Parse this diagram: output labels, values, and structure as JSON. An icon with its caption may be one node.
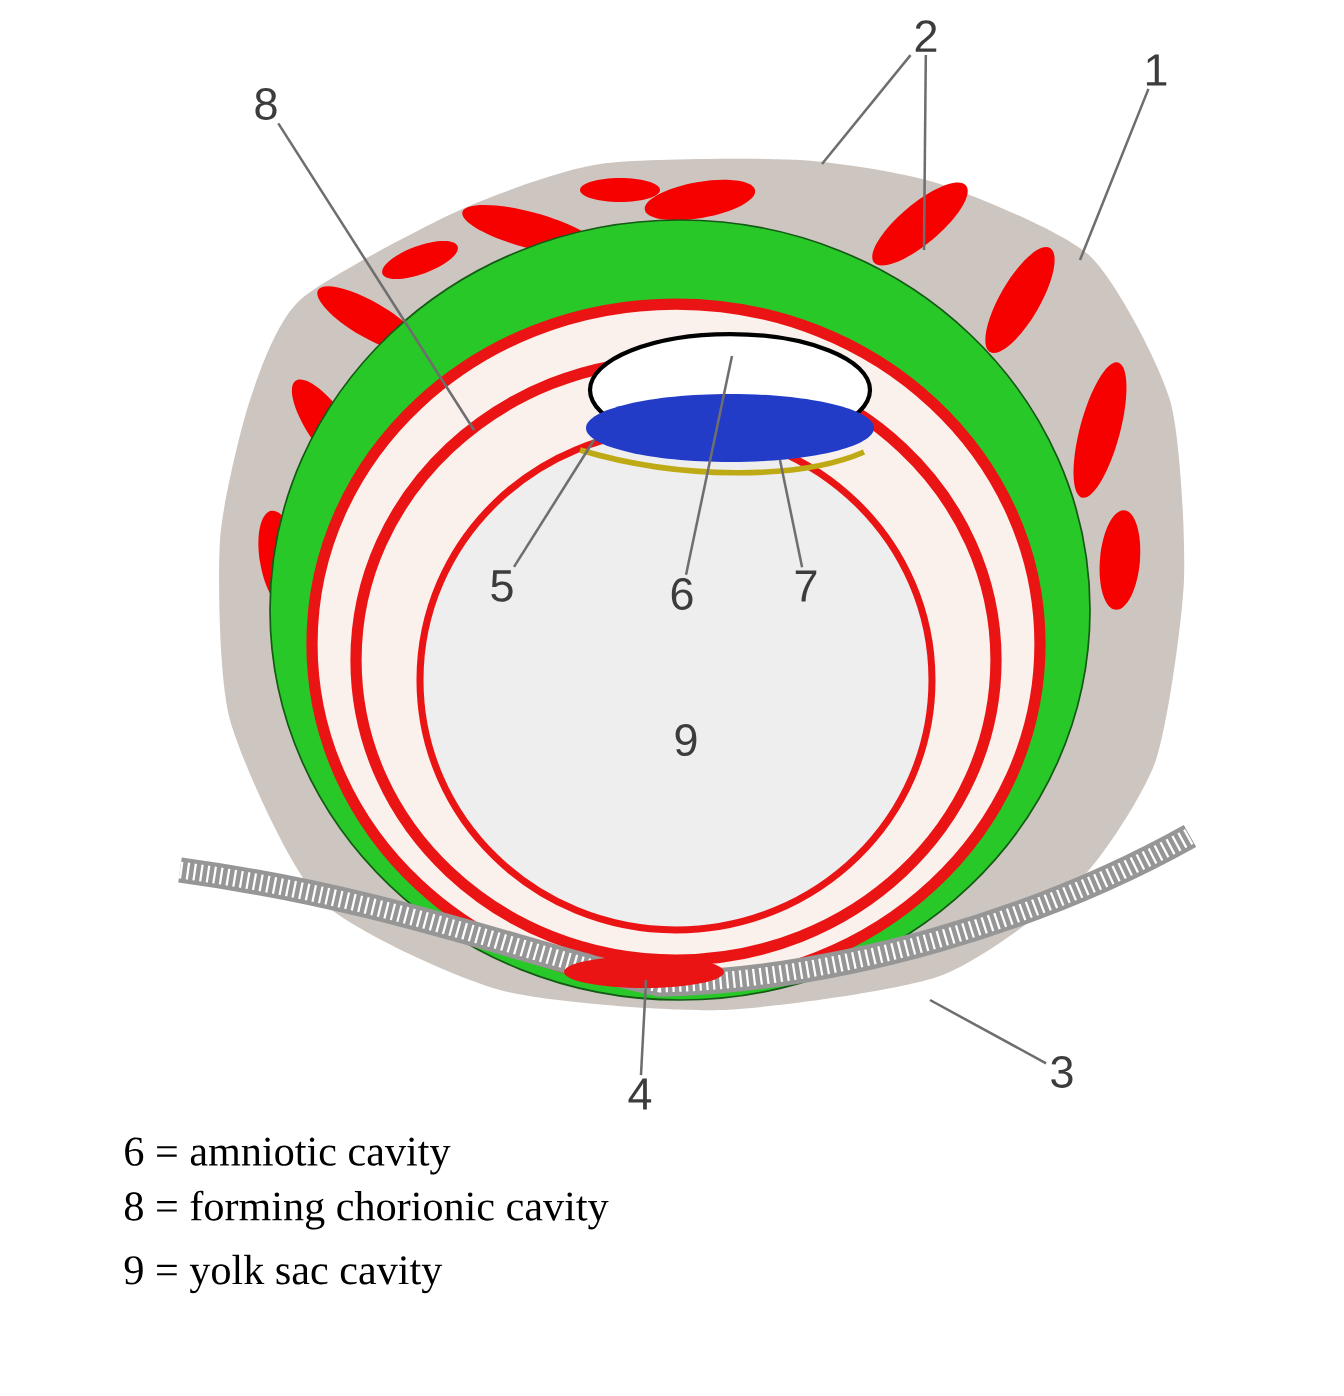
{
  "diagram": {
    "nodes": [
      {
        "text": [
          "2"
        ]
      },
      {
        "text": [
          "1"
        ]
      },
      {
        "text": [
          "8"
        ]
      },
      {
        "text": [
          "5"
        ]
      },
      {
        "text": [
          "6"
        ]
      },
      {
        "text": [
          "7"
        ]
      },
      {
        "text": [
          "4"
        ]
      },
      {
        "text": [
          "3"
        ]
      }
    ],
    "edges": [
      {
        "from": 0,
        "to": null,
        "arrow": "none"
      },
      {
        "from": 0,
        "to": null,
        "arrow": "none"
      },
      {
        "from": 1,
        "to": null,
        "arrow": "none"
      },
      {
        "from": 2,
        "to": null,
        "arrow": "none"
      },
      {
        "from": 3,
        "to": null,
        "arrow": "none"
      },
      {
        "from": 4,
        "to": null,
        "arrow": "none"
      },
      {
        "from": 5,
        "to": null,
        "arrow": "none"
      },
      {
        "from": 6,
        "to": null,
        "arrow": "none"
      },
      {
        "from": 7,
        "to": null,
        "arrow": "none"
      }
    ],
    "labels": [
      "9",
      "6 = amniotic cavity",
      "8 = forming chorionic cavity",
      "9 = yolk sac cavity"
    ]
  }
}
